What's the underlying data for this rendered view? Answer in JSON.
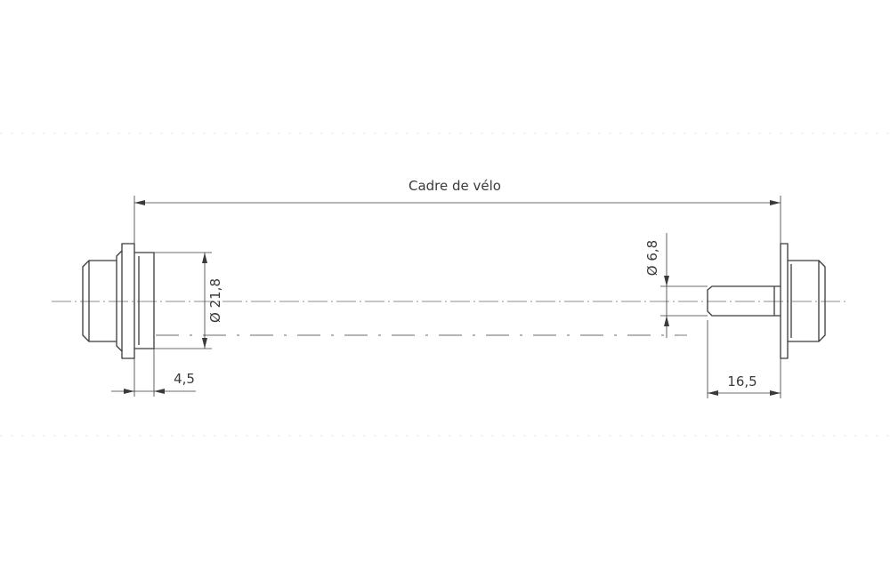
{
  "labels": {
    "overall_width": "Cadre de vélo",
    "left_diameter": "Ø 21,8",
    "left_thickness": "4,5",
    "right_diameter": "Ø 6,8",
    "right_length": "16,5"
  }
}
